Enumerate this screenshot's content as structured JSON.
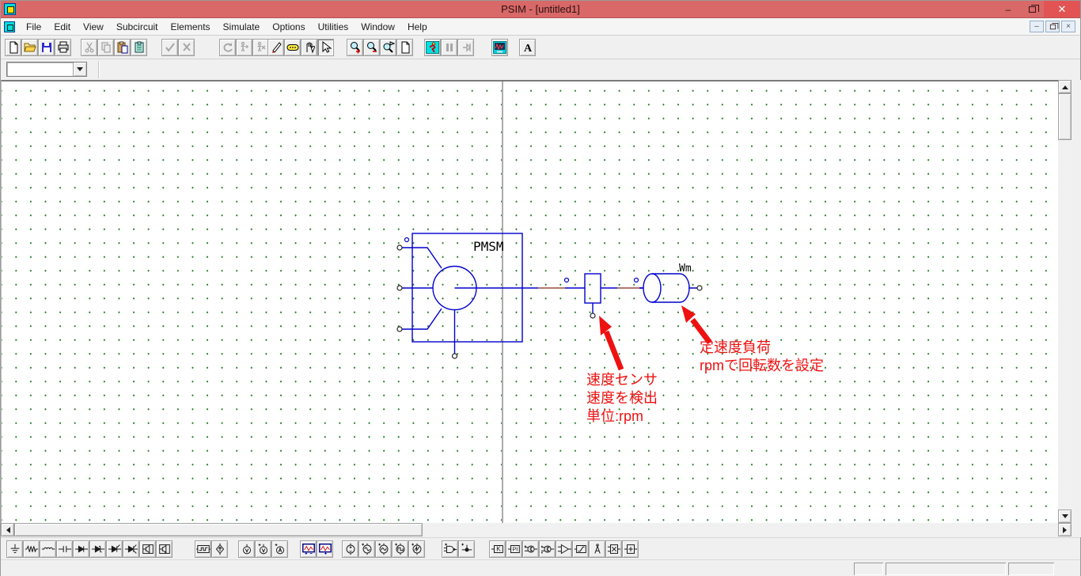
{
  "window": {
    "title": "PSIM - [untitled1]",
    "controls": {
      "minimize": "–",
      "close": "✕"
    }
  },
  "menubar": {
    "items": [
      "File",
      "Edit",
      "View",
      "Subcircuit",
      "Elements",
      "Simulate",
      "Options",
      "Utilities",
      "Window",
      "Help"
    ],
    "mdi_controls": {
      "minimize": "–",
      "close": "×"
    }
  },
  "toolbar_top": {
    "icons": [
      "new-file",
      "open-folder",
      "save",
      "print",
      "cut",
      "copy",
      "paste",
      "paste-list",
      "apply-check",
      "cancel-cross",
      "undo",
      "enable-element",
      "disable-element",
      "wire-pen",
      "label-tool",
      "hand-pan",
      "select-arrow",
      "zoom-in",
      "zoom-out",
      "zoom-area",
      "fit-page",
      "run-simulation",
      "pause-simulation",
      "step-simulation",
      "simview",
      "text-tool"
    ],
    "text_tool_label": "A",
    "pressed_tool": "select-arrow"
  },
  "combo": {
    "value": ""
  },
  "canvas": {
    "components": {
      "motor_label": "PMSM",
      "load_label": "Wm",
      "node_marker": "o"
    },
    "annotations": {
      "sensor": {
        "lines": [
          "速度センサ",
          "速度を検出",
          "単位:rpm"
        ]
      },
      "load": {
        "lines": [
          "定速度負荷",
          "rpmで回転数を設定"
        ]
      }
    },
    "colors": {
      "wire": "#0000cc",
      "wire_segment": "#9a4a3a",
      "annotation": "#ee1111",
      "grid_dot": "#2d7d2d",
      "page_boundary": "#ababab"
    }
  },
  "toolbar_bottom": {
    "icons": [
      "ground",
      "resistor",
      "inductor",
      "capacitor",
      "diode",
      "zener-diode",
      "thyristor",
      "gto",
      "transistor-module-1",
      "transistor-module-2",
      "square-wave-source",
      "current-source",
      "voltmeter",
      "voltage-sensor",
      "current-sensor",
      "voltage-probe-scope",
      "voltage-probe-scope-2",
      "dc-source",
      "ac-source",
      "sine-source",
      "square-source",
      "triangle-source",
      "logic-gate",
      "signal-probe",
      "gain-block",
      "pi-block",
      "summer-1",
      "summer-2",
      "comparator",
      "limiter-block",
      "label-flag",
      "mux-block",
      "node-block"
    ],
    "gain_label": "K",
    "pi_label": "PI"
  },
  "statusbar": {
    "panels": [
      "",
      "",
      ""
    ]
  }
}
